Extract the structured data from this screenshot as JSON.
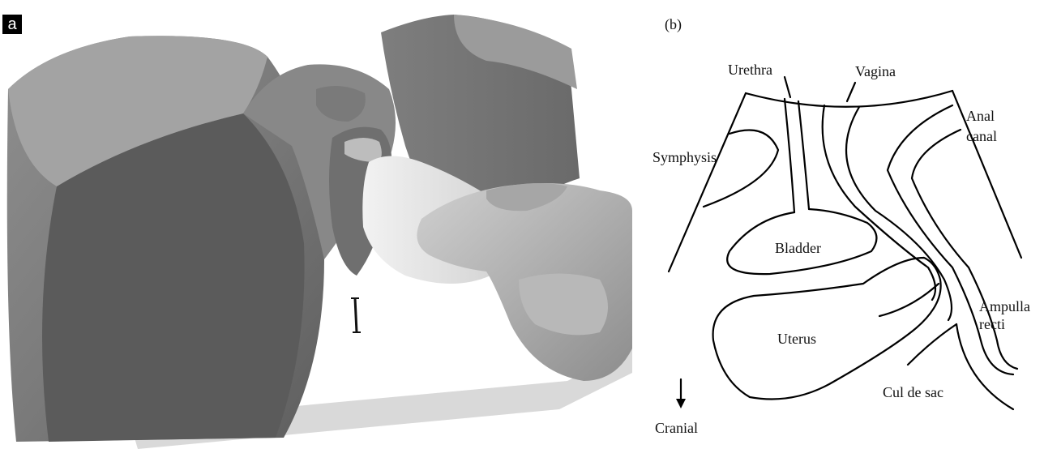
{
  "panel_a": {
    "label": "a"
  },
  "panel_b": {
    "label": "(b)",
    "structures": {
      "urethra": "Urethra",
      "vagina": "Vagina",
      "anal_canal_1": "Anal",
      "anal_canal_2": "canal",
      "symphysis": "Symphysis",
      "bladder": "Bladder",
      "uterus": "Uterus",
      "ampulla_1": "Ampulla",
      "ampulla_2": "recti",
      "cul_de_sac": "Cul de sac"
    },
    "orientation": "Cranial"
  }
}
